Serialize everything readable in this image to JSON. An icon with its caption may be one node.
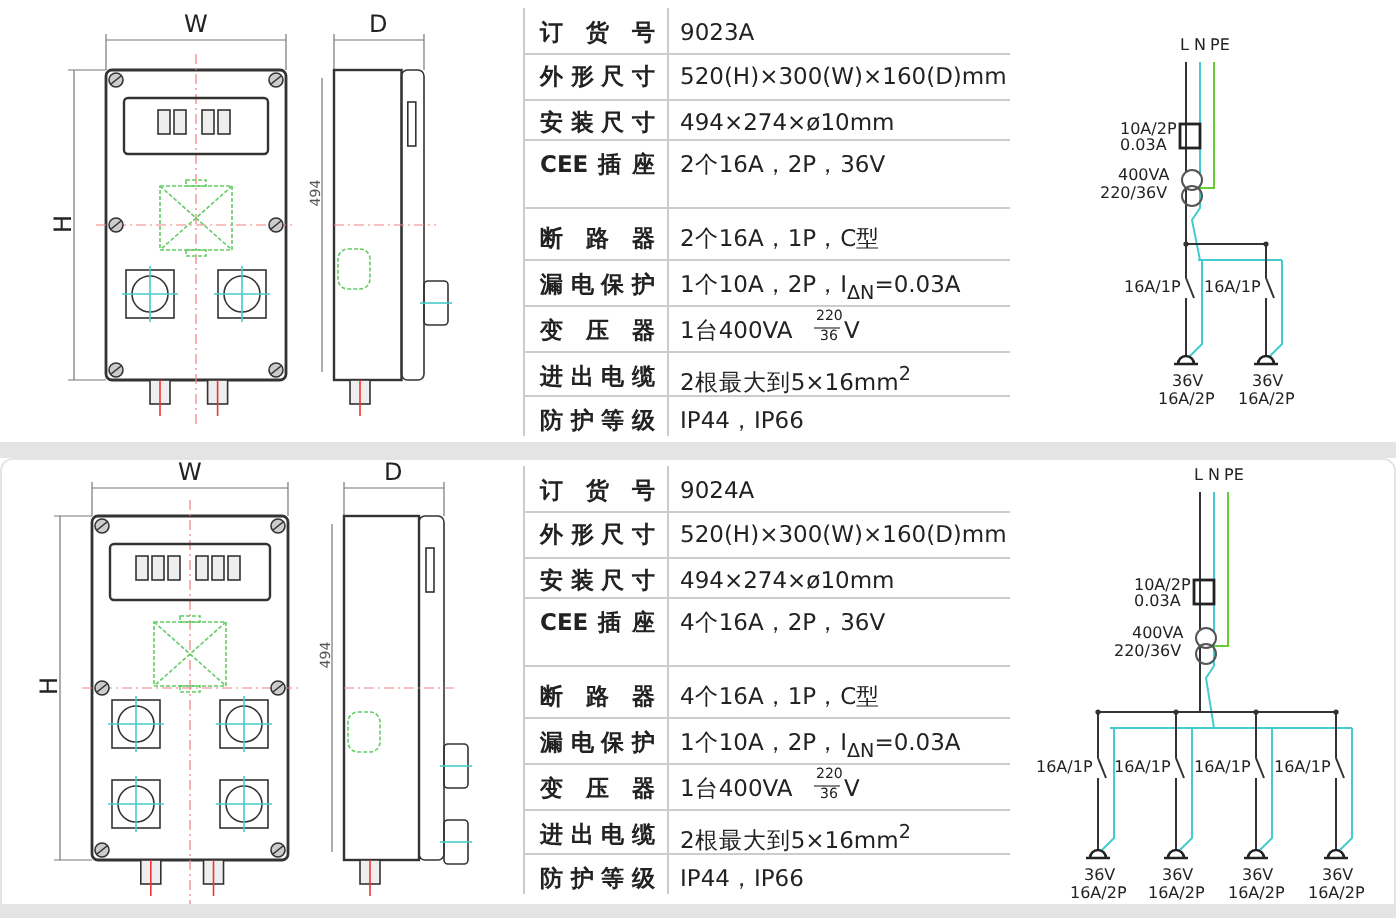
{
  "diagram": {
    "labels": [
      "W",
      "D",
      "H",
      "494",
      "订货号",
      "9023A",
      "外形尺寸",
      "520(H)×300(W)×160(D)mm",
      "安装尺寸",
      "494×274×ø10mm",
      "CEE插座",
      "2个16A，2P，36V",
      "断路器",
      "2个16A，1P，C型",
      "漏电保护",
      "1个10A，2P，I$_{ΔN}$=0.03A",
      "变压器",
      "1台400VA",
      "220",
      "36",
      "V",
      "进出电缆",
      "2根最大到5×16mm$^{2}$",
      "防护等级",
      "IP44，IP66",
      "L",
      "N",
      "PE",
      "10A/2P",
      "0.03A",
      "400VA",
      "220/36V",
      "16A/1P",
      "16A/1P",
      "36V",
      "16A/2P",
      "36V",
      "16A/2P",
      "W",
      "D",
      "H",
      "494",
      "订货号",
      "9024A",
      "外形尺寸",
      "520(H)×300(W)×160(D)mm",
      "安装尺寸",
      "494×274×ø10mm",
      "CEE插座",
      "4个16A，2P，36V",
      "断路器",
      "4个16A，1P，C型",
      "漏电保护",
      "1个10A，2P，I$_{ΔN}$=0.03A",
      "变压器",
      "1台400VA",
      "220",
      "36",
      "V",
      "进出电缆",
      "2根最大到5×16mm$^{2}$",
      "防护等级",
      "IP44，IP66",
      "L",
      "N",
      "PE",
      "10A/2P",
      "0.03A",
      "400VA",
      "220/36V",
      "16A/1P",
      "16A/1P",
      "16A/1P",
      "16A/1P",
      "36V",
      "16A/2P",
      "36V",
      "16A/2P",
      "36V",
      "16A/2P",
      "36V",
      "16A/2P"
    ]
  }
}
